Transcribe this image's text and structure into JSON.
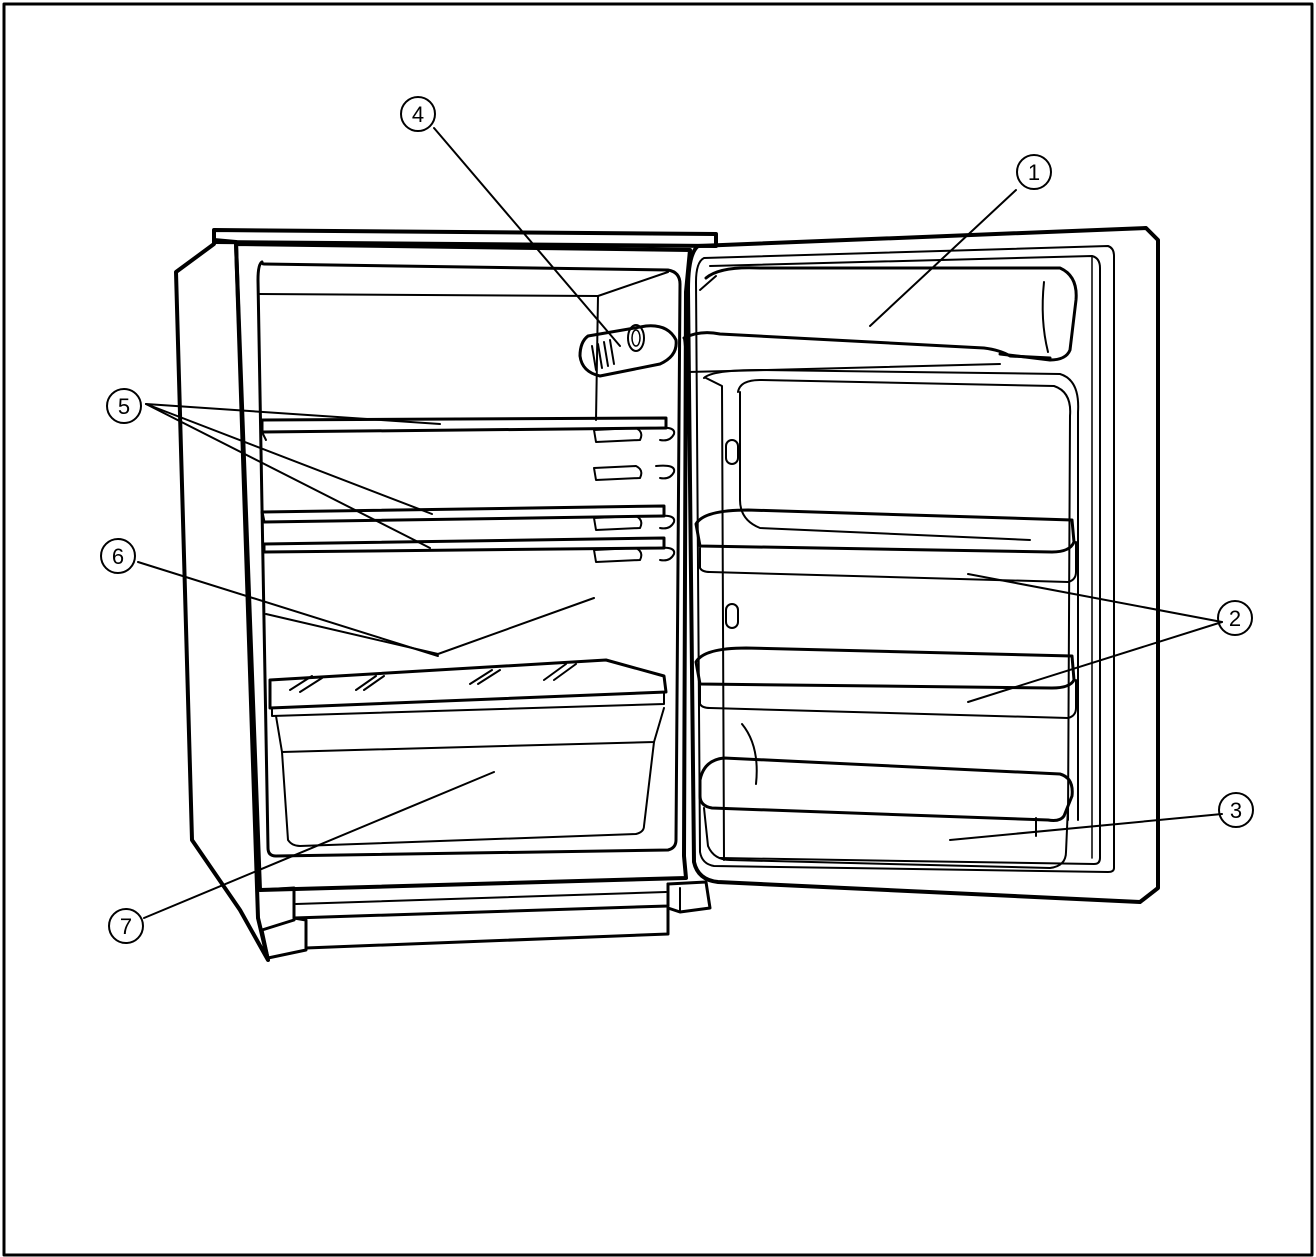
{
  "diagram": {
    "callouts": [
      {
        "id": "1",
        "label": "1"
      },
      {
        "id": "2",
        "label": "2"
      },
      {
        "id": "3",
        "label": "3"
      },
      {
        "id": "4",
        "label": "4"
      },
      {
        "id": "5",
        "label": "5"
      },
      {
        "id": "6",
        "label": "6"
      },
      {
        "id": "7",
        "label": "7"
      }
    ]
  },
  "colors": {
    "line": "#000000",
    "background": "#ffffff"
  }
}
